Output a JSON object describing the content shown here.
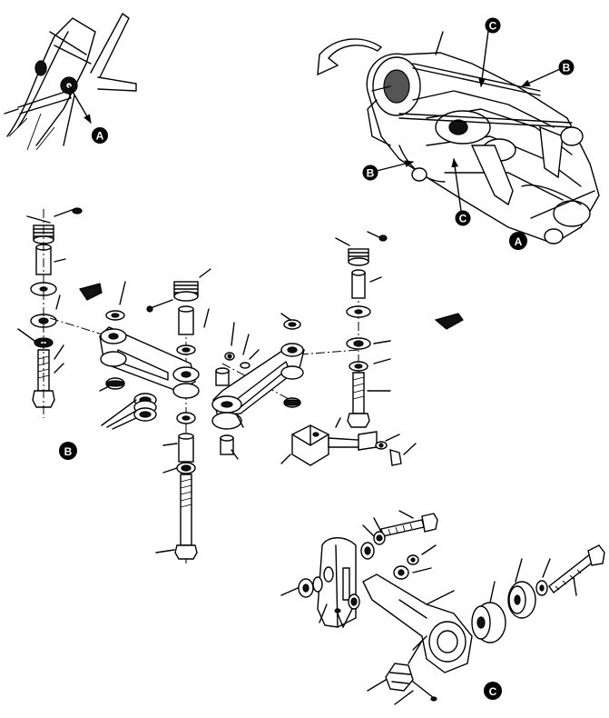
{
  "callouts": {
    "detail_a_pointer": "A",
    "detail_a_label": "A",
    "detail_b_label": "B",
    "detail_c_label": "C",
    "b_top": "B",
    "b_left": "B",
    "c_top": "C",
    "c_mid": "C"
  },
  "colors": {
    "line": "#000000",
    "background": "#ffffff",
    "callout_fill": "#000000"
  }
}
